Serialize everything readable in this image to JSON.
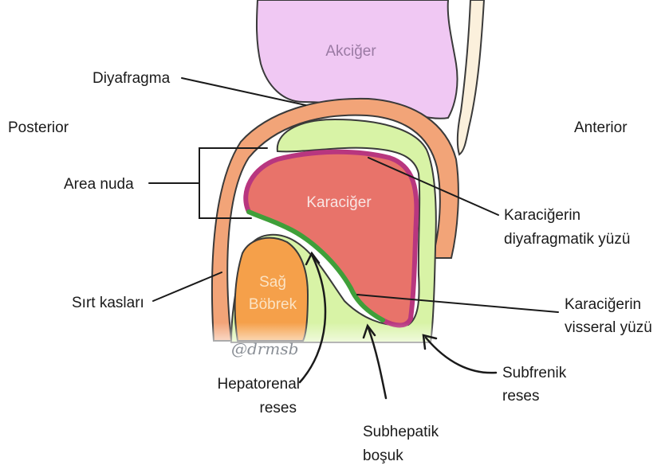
{
  "organs": {
    "lung": "Akciğer",
    "liver": "Karaciğer",
    "kidney_line1": "Sağ",
    "kidney_line2": "Böbrek"
  },
  "labels": {
    "diaphragm": "Diyafragma",
    "posterior": "Posterior",
    "anterior": "Anterior",
    "bare_area": "Area nuda",
    "back_muscles": "Sırt kasları",
    "diaphragmatic_surface_line1": "Karaciğerin",
    "diaphragmatic_surface_line2": "diyafragmatik yüzü",
    "visceral_surface_line1": "Karaciğerin",
    "visceral_surface_line2": "visseral yüzü",
    "hepatorenal_line1": "Hepatorenal",
    "hepatorenal_line2": "reses",
    "subphrenic_line1": "Subfrenik",
    "subphrenic_line2": "reses",
    "subhepatic_line1": "Subhepatik",
    "subhepatic_line2": "boşuk"
  },
  "watermark": "@drmsb",
  "colors": {
    "lung": "#f0c8f3",
    "diaphragm": "#f2a478",
    "peritoneum": "#d8f3a6",
    "liver": "#e8736a",
    "liver_diaphragmatic_border": "#b8367f",
    "liver_visceral_border": "#3f9f39",
    "kidney": "#f5a04a",
    "kidney_text": "#fbe3c4",
    "lung_text": "#9a7aa3",
    "liver_text": "#f8e6e4"
  }
}
